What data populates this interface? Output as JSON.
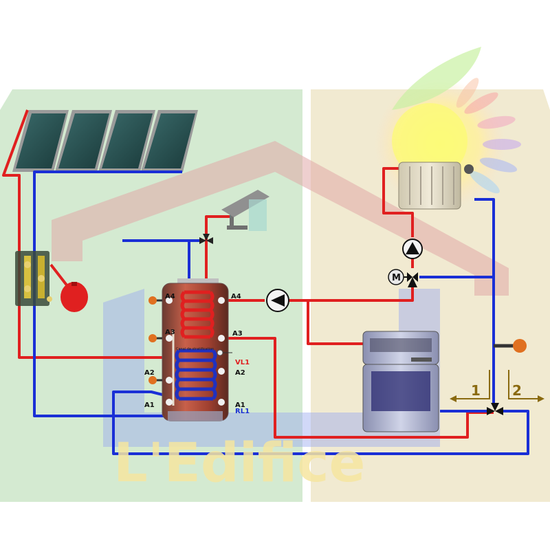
{
  "watermark": {
    "text": "L'Edifice"
  },
  "tank_labels": {
    "a4_left": "A4",
    "a4_right": "A4",
    "a3_left": "A3",
    "a3_right": "A3",
    "a2_left": "A2",
    "a2_right": "A2",
    "a1_left": "A1",
    "a1_right": "A1",
    "vl1": "VL1",
    "rl1": "RL1",
    "canal": "Canal de stratification"
  },
  "motor_label": "M",
  "valve_outputs": {
    "out1": "1",
    "out2": "2"
  },
  "colors": {
    "hot": "#e02020",
    "cold": "#1a2fd6",
    "house_left": "#cfe8cc",
    "house_right": "#efe8cc",
    "roof_band": "#e8b8b8",
    "sensor": "#e07020",
    "arrow": "#8a6a10"
  }
}
